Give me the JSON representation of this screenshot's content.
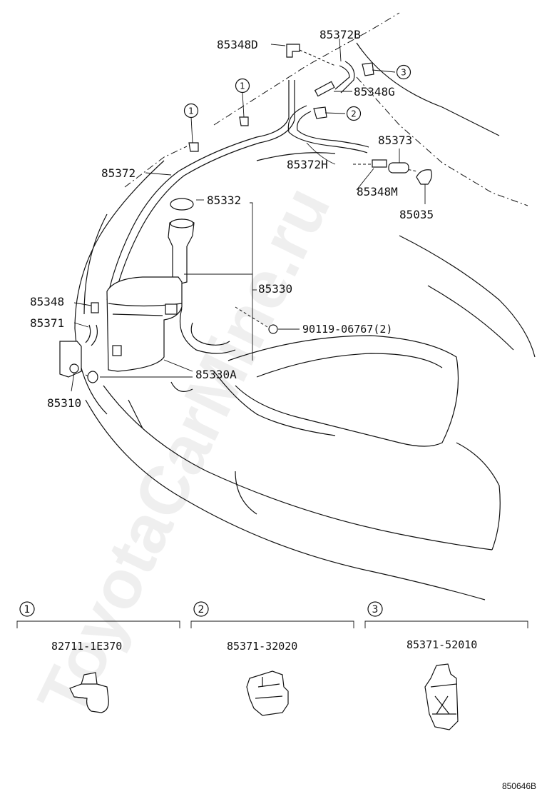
{
  "watermark": "ToyotaCarMine.ru",
  "labels": {
    "p85348D": "85348D",
    "p85372B": "85372B",
    "p85348G": "85348G",
    "p85373": "85373",
    "p85372H": "85372H",
    "p85348M": "85348M",
    "p85035": "85035",
    "p85372": "85372",
    "p85332": "85332",
    "p85330": "85330",
    "p85348": "85348",
    "p85371": "85371",
    "p85330A": "85330A",
    "p85310": "85310",
    "p90119": "90119-06767(2)"
  },
  "callouts": {
    "c1a": "1",
    "c1b": "1",
    "c2": "2",
    "c3": "3"
  },
  "subparts": [
    {
      "index": "1",
      "part_no": "82711-1E370"
    },
    {
      "index": "2",
      "part_no": "85371-32020"
    },
    {
      "index": "3",
      "part_no": "85371-52010"
    }
  ],
  "diagram_code": "850646B"
}
